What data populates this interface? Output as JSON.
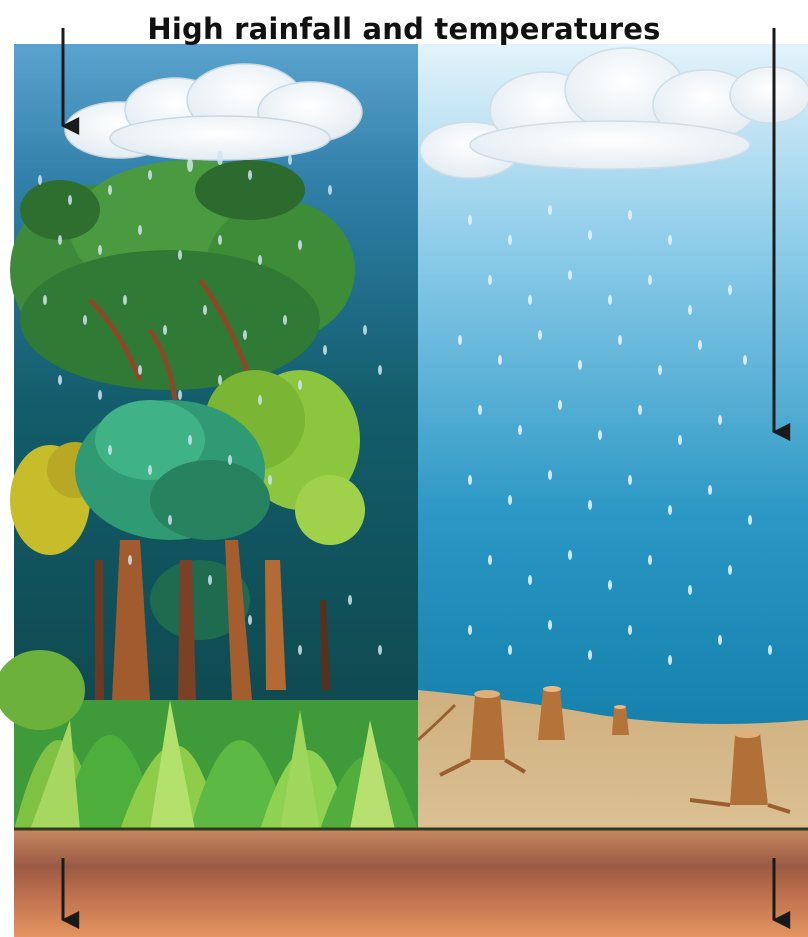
{
  "title": "High rainfall and temperatures",
  "panels": [
    {
      "scene": "forested",
      "vegetation": "dense trees and undergrowth"
    },
    {
      "scene": "deforested",
      "vegetation": "tree stumps on bare soil"
    }
  ],
  "colors": {
    "forest_sky_top": "#4f9ac9",
    "forest_sky_bottom": "#0f4a52",
    "cleared_sky_top": "#d6eef8",
    "cleared_sky_bottom": "#0b7fa8",
    "bare_soil": "#d2b483",
    "soil_band_top": "#c8855c",
    "soil_band_mid": "#8a4e3a",
    "soil_band_bottom": "#e0915d",
    "arrow": "#1a1a1a"
  }
}
